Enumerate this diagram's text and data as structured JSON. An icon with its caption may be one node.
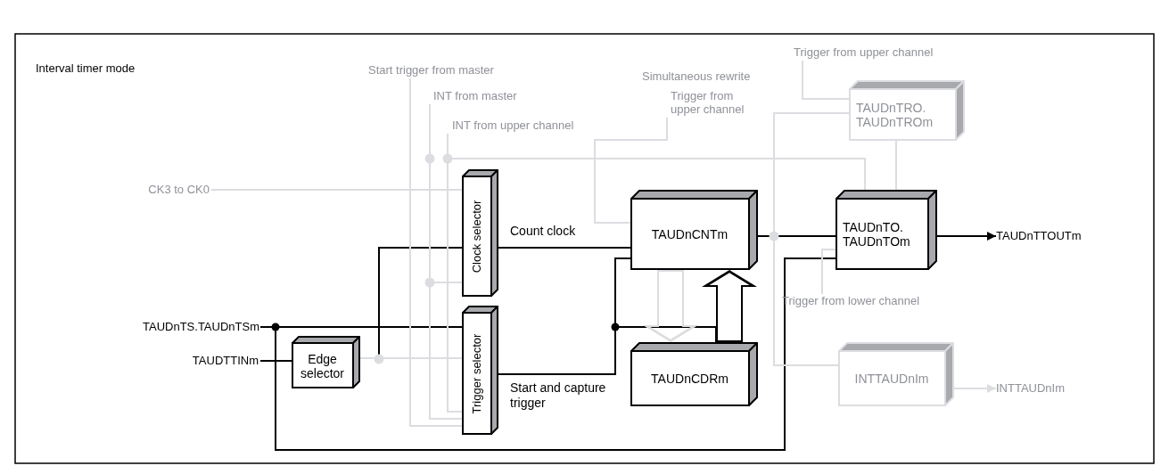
{
  "diagram": {
    "title": "Interval timer mode",
    "nodes": [
      {
        "text": [
          "TAUDnTS.TAUDnTSm"
        ]
      },
      {
        "text": [
          "TAUDTTINm"
        ]
      },
      {
        "text": [
          "Edge selector"
        ]
      },
      {
        "text": [
          "Clock selector"
        ]
      },
      {
        "text": [
          "Trigger selector"
        ]
      },
      {
        "text": [
          "TAUDnCNTm"
        ]
      },
      {
        "text": [
          "TAUDnCDRm"
        ]
      },
      {
        "text": [
          "TAUDnTO. TAUDnTOm"
        ]
      },
      {
        "text": [
          "TAUDnTTOUTm"
        ]
      },
      {
        "text": [
          "TAUDnTRO. TAUDnTROm"
        ]
      },
      {
        "text": [
          "INTTAUDnIm"
        ]
      },
      {
        "text": [
          "INTTAUDnIm"
        ]
      },
      {
        "text": [
          "CK3 to CK0"
        ]
      },
      {
        "text": [
          "Start trigger from master"
        ]
      },
      {
        "text": [
          "INT from master"
        ]
      },
      {
        "text": [
          "INT from upper channel"
        ]
      },
      {
        "text": [
          "Trigger from upper channel"
        ]
      },
      {
        "text": [
          "Trigger from upper channel"
        ]
      },
      {
        "text": [
          "Trigger from lower channel"
        ]
      }
    ],
    "edges": [
      {
        "from": 0,
        "to": 4,
        "arrow": "none",
        "color": "#000000"
      },
      {
        "from": 0,
        "to": 7,
        "arrow": "none",
        "color": "#000000"
      },
      {
        "from": 1,
        "to": 2,
        "arrow": "none",
        "color": "#000000"
      },
      {
        "from": 2,
        "to": 3,
        "arrow": "none",
        "color": "#000000"
      },
      {
        "from": 3,
        "to": 5,
        "arrow": "none",
        "label": "Count clock",
        "color": "#000000"
      },
      {
        "from": 4,
        "to": 5,
        "arrow": "none",
        "label": "Start and capture trigger",
        "color": "#000000"
      },
      {
        "from": 4,
        "to": 6,
        "arrow": "none",
        "color": "#000000"
      },
      {
        "from": 6,
        "to": 5,
        "arrow": "to",
        "style": "thick",
        "color": "#000000"
      },
      {
        "from": 5,
        "to": 6,
        "arrow": "to",
        "style": "thick"
      },
      {
        "from": 5,
        "to": 7,
        "arrow": "none",
        "color": "#000000"
      },
      {
        "from": 7,
        "to": 8,
        "arrow": "to",
        "color": "#000000"
      },
      {
        "from": 10,
        "to": 11,
        "arrow": "to"
      },
      {
        "from": 12,
        "to": 3,
        "arrow": "none"
      },
      {
        "from": 13,
        "to": 4,
        "arrow": "none"
      },
      {
        "from": 14,
        "to": 4,
        "arrow": "none"
      },
      {
        "from": 15,
        "to": 4,
        "arrow": "none"
      },
      {
        "from": 14,
        "to": 3,
        "arrow": "none"
      },
      {
        "from": 15,
        "to": 7,
        "arrow": "none"
      },
      {
        "from": 2,
        "to": 4,
        "arrow": "none"
      },
      {
        "from": 16,
        "to": 9,
        "arrow": "none"
      },
      {
        "from": 9,
        "to": 7,
        "arrow": "none"
      },
      {
        "from": 9,
        "to": 10,
        "arrow": "none"
      },
      {
        "from": 17,
        "to": 5,
        "arrow": "none"
      },
      {
        "from": 18,
        "to": 7,
        "arrow": "none"
      }
    ],
    "labels": [
      "Simultaneous rewrite"
    ]
  }
}
